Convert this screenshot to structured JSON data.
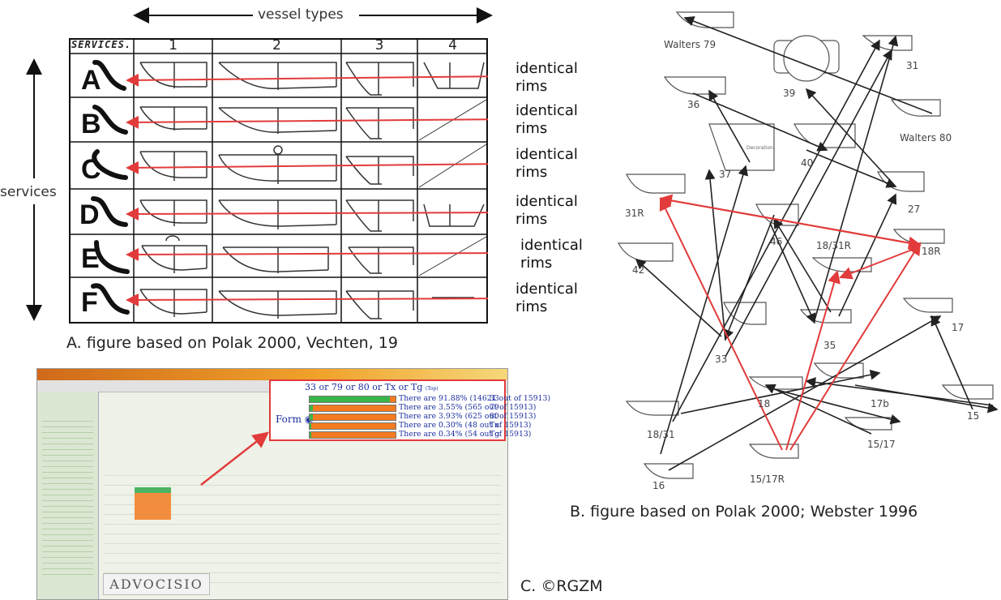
{
  "panel_a": {
    "vessel_types_label": "vessel types",
    "services_label": "services",
    "table_header": "SERVICES.",
    "columns": [
      "1",
      "2",
      "3",
      "4"
    ],
    "rows": [
      "A",
      "B",
      "C",
      "D",
      "E",
      "F"
    ],
    "rim_label_line1": "identical",
    "rim_label_line2": "rims",
    "caption": "A. figure based on Polak 2000, Vechten, 19"
  },
  "panel_b": {
    "caption": "B. figure based on Polak 2000; Webster 1996",
    "nodes": [
      "Walters 79",
      "39",
      "31",
      "36",
      "Walters 80",
      "37",
      "40",
      "27",
      "31R",
      "46",
      "18/31R",
      "18R",
      "42",
      "33",
      "35",
      "17",
      "17b",
      "18",
      "18/31",
      "15",
      "15/17",
      "15/17R",
      "16"
    ],
    "decoration_label": "Decoration"
  },
  "panel_c": {
    "caption": "C. ©RGZM",
    "popup_title": "33 or 79 or 80 or Tx or Tg",
    "popup_title_suffix": "(Top)",
    "form_label": "Form",
    "results": [
      {
        "text": "There are 91.88% (14621 out of 15913)",
        "form": "33",
        "fraction": 0.9188
      },
      {
        "text": "There are 3.55% (565 out of 15913)",
        "form": "79",
        "fraction": 0.0355
      },
      {
        "text": "There are 3.93% (625 out of 15913)",
        "form": "80",
        "fraction": 0.0393
      },
      {
        "text": "There are 0.30% (48 out of 15913)",
        "form": "Tx",
        "fraction": 0.003
      },
      {
        "text": "There are 0.34% (54 out of 15913)",
        "form": "Tg",
        "fraction": 0.0034
      }
    ],
    "logo_text": "ADVOCISIO"
  },
  "colors": {
    "accent_red": "#e23b3b",
    "link_blue": "#1b2e9c",
    "bar_green": "#39b54a",
    "bar_orange": "#f47b20"
  }
}
